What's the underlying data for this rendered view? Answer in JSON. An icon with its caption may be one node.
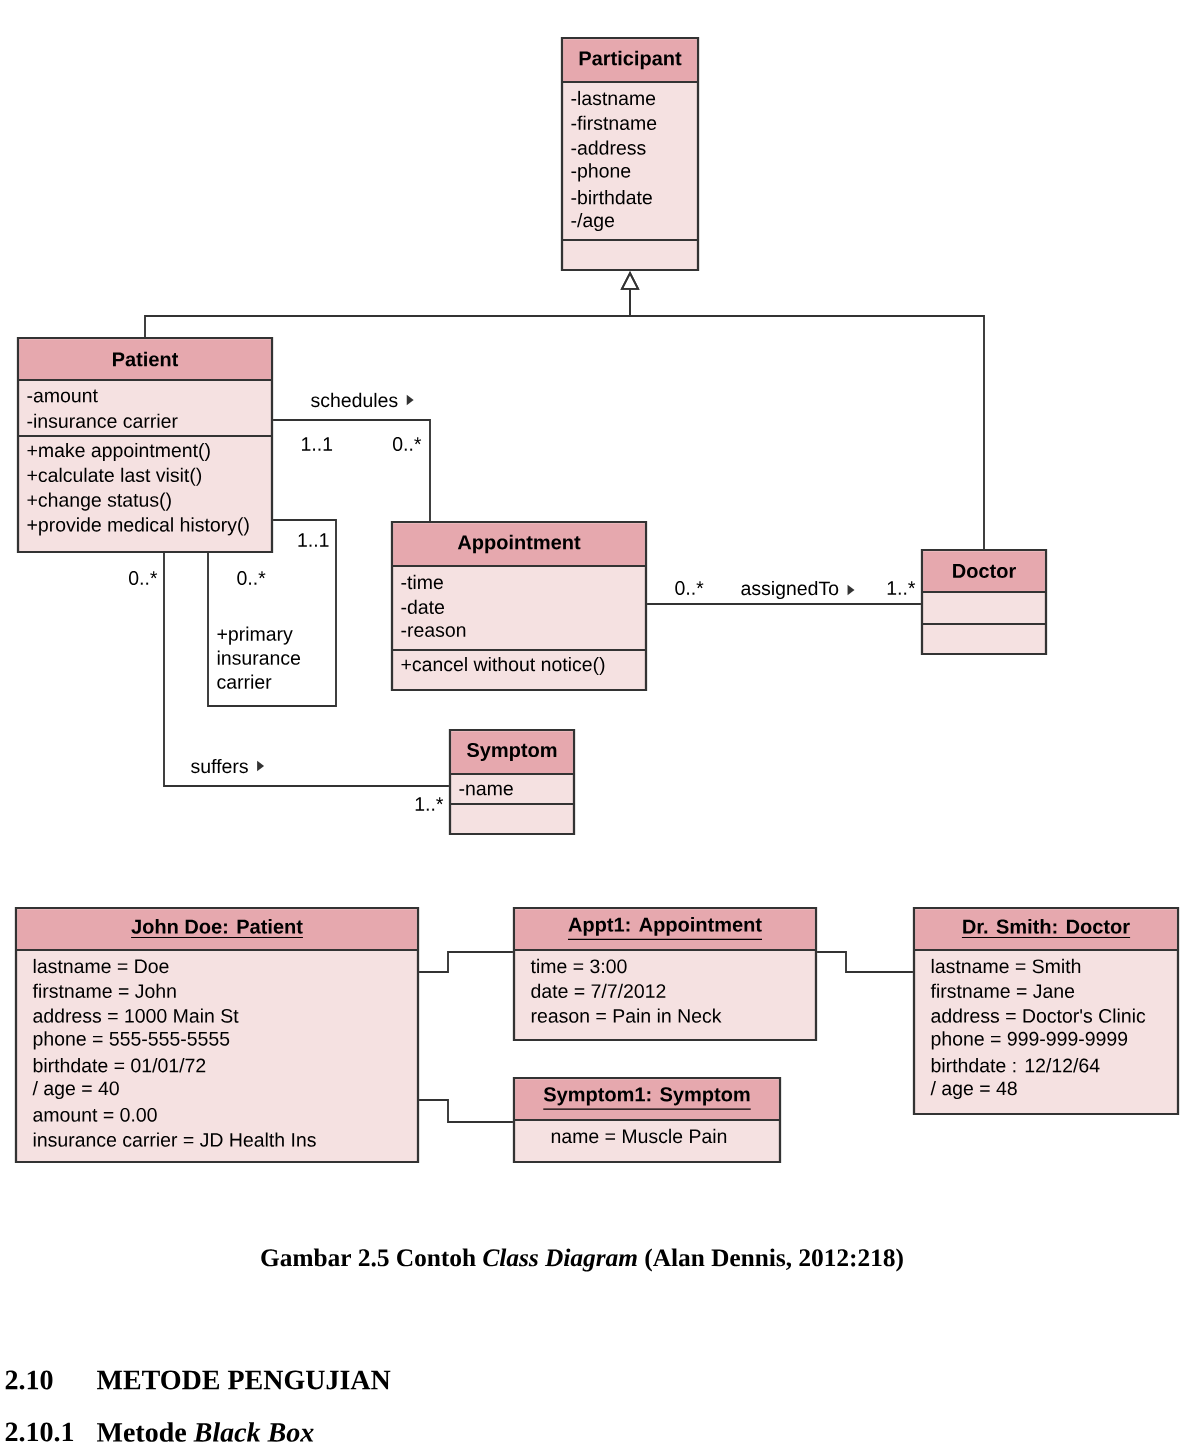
{
  "diagram": {
    "caption": "Gambar 2.5 Contoh *Class Diagram* (Alan Dennis, 2012:218)",
    "nodes": [
      {
        "text": [
          "Participant",
          "-lastname",
          "-firstname",
          "-address",
          "-phone",
          "-birthdate",
          "-/age"
        ]
      },
      {
        "text": [
          "Patient",
          "-amount",
          "-insurance carrier",
          "+make appointment()",
          "+calculate last visit()",
          "+change status()",
          "+provide medical history()"
        ]
      },
      {
        "text": [
          "Appointment",
          "-time",
          "-date",
          "-reason",
          "+cancel without notice()"
        ]
      },
      {
        "text": [
          "Doctor"
        ]
      },
      {
        "text": [
          "Symptom",
          "-name"
        ]
      },
      {
        "text": [
          "John Doe: Patient",
          "lastname = Doe",
          "firstname = John",
          "address = 1000 Main St",
          "phone = 555-555-5555",
          "birthdate = 01/01/72",
          "/ age = 40",
          "amount = 0.00",
          "insurance carrier = JD Health Ins"
        ]
      },
      {
        "text": [
          "Appt1: Appointment",
          "time = 3:00",
          "date = 7/7/2012",
          "reason = Pain in Neck"
        ]
      },
      {
        "text": [
          "Symptom1: Symptom",
          "name = Muscle Pain"
        ]
      },
      {
        "text": [
          "Dr. Smith: Doctor",
          "lastname = Smith",
          "firstname = Jane",
          "address = Doctor's Clinic",
          "phone = 999-999-9999",
          "birthdate : 12/12/64",
          "/ age = 48"
        ]
      }
    ],
    "edges": [
      {
        "from": 1,
        "to": 0,
        "arrow": "to"
      },
      {
        "from": 3,
        "to": 0,
        "arrow": "to"
      },
      {
        "from": 1,
        "to": 2,
        "arrow": "none",
        "label": "schedules"
      },
      {
        "from": 1,
        "to": 1,
        "arrow": "none",
        "label": "+primary insurance carrier"
      },
      {
        "from": 2,
        "to": 3,
        "arrow": "none",
        "label": "assignedTo"
      },
      {
        "from": 1,
        "to": 4,
        "arrow": "none",
        "label": "suffers"
      },
      {
        "from": 5,
        "to": 6,
        "arrow": "none"
      },
      {
        "from": 6,
        "to": 8,
        "arrow": "none"
      },
      {
        "from": 5,
        "to": 7,
        "arrow": "none"
      }
    ],
    "labels": [
      "1..1",
      "0..*",
      "1..1",
      "0..*",
      "0..*",
      "0..*",
      "1..*",
      "1..*",
      "2.10",
      "METODE PENGUJIAN",
      "2.10.1",
      "Metode *Black Box*"
    ]
  }
}
